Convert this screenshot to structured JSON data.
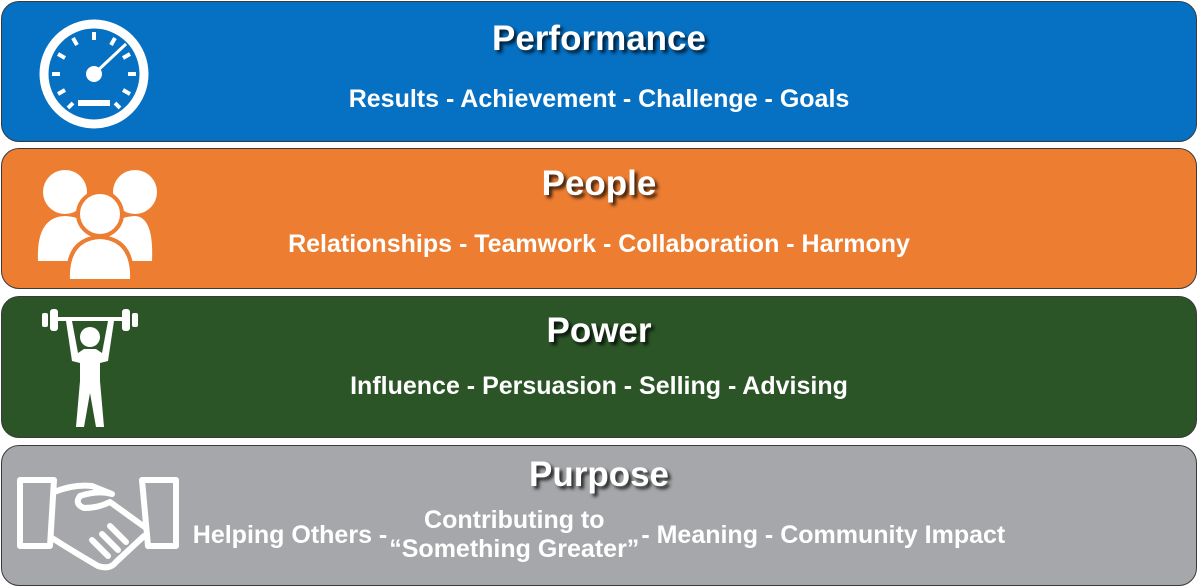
{
  "panels": [
    {
      "title": "Performance",
      "subtitle": "Results - Achievement - Challenge - Goals",
      "icon": "speedometer-icon",
      "color": "#0670c3"
    },
    {
      "title": "People",
      "subtitle": "Relationships - Teamwork - Collaboration - Harmony",
      "icon": "people-group-icon",
      "color": "#ec7d31"
    },
    {
      "title": "Power",
      "subtitle": "Influence - Persuasion - Selling - Advising",
      "icon": "weightlifter-icon",
      "color": "#2b5527"
    },
    {
      "title": "Purpose",
      "icon": "handshake-icon",
      "color": "#a6a7aa",
      "subtitle_parts": {
        "left": "Helping Others -",
        "middle_line1": "Contributing to",
        "middle_line2": "“Something Greater”",
        "right": "- Meaning - Community Impact"
      }
    }
  ]
}
